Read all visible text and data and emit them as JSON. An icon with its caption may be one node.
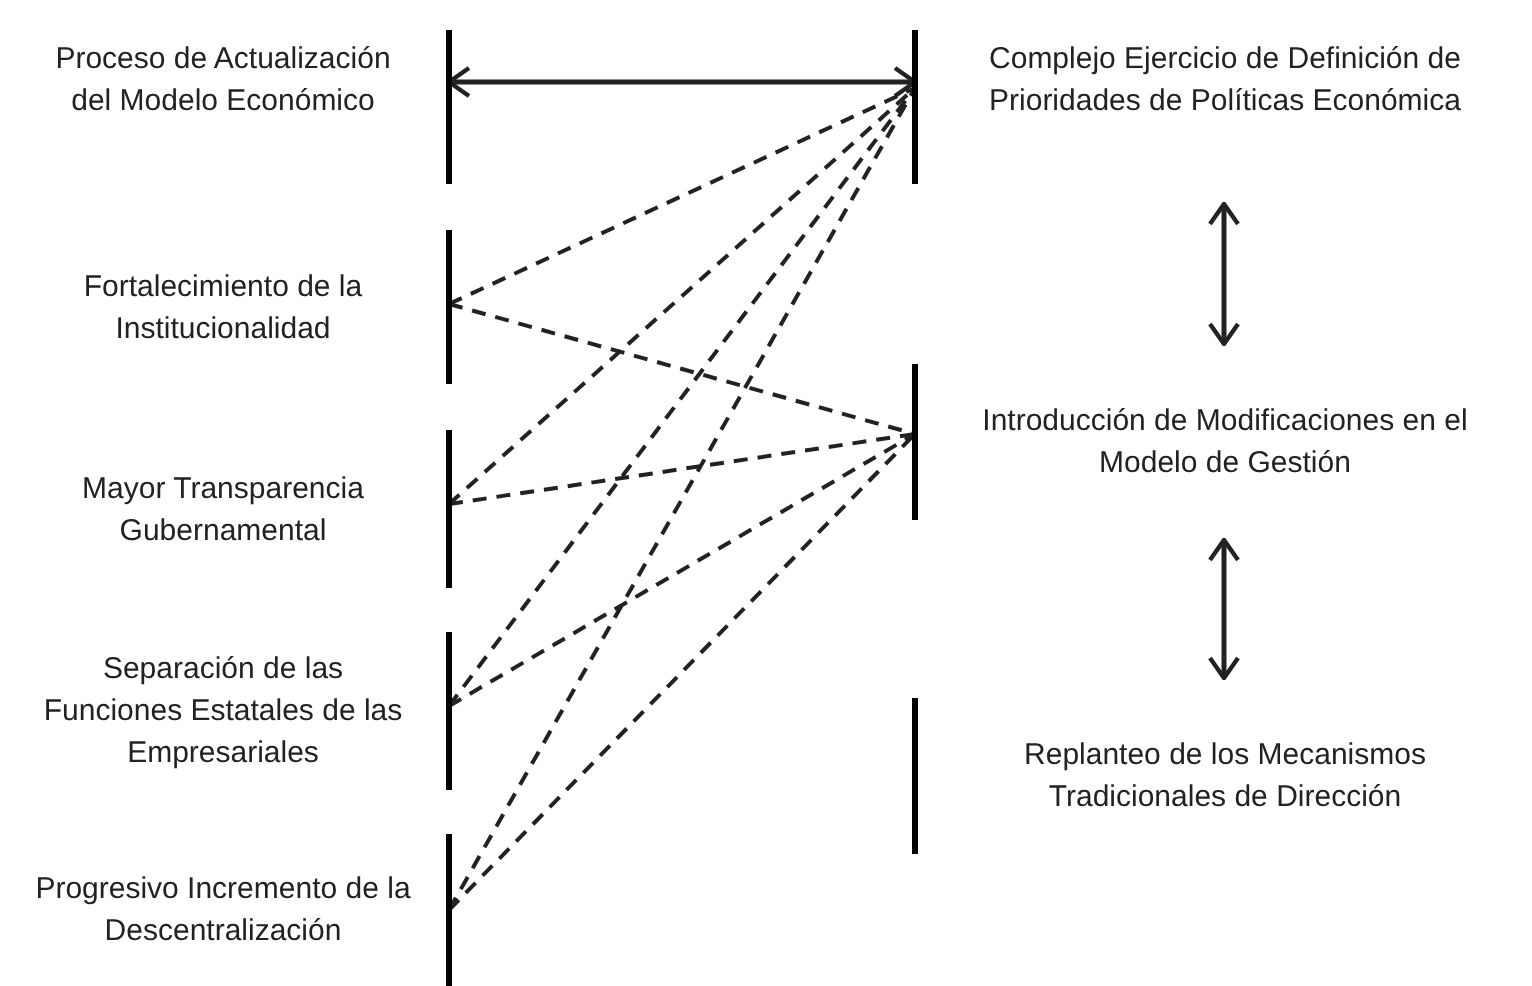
{
  "diagram": {
    "nodes": [
      {
        "text": [
          "Proceso de Actualización del Modelo Económico"
        ]
      },
      {
        "text": [
          "Fortalecimiento de la Institucionalidad"
        ]
      },
      {
        "text": [
          "Mayor Transparencia Gubernamental"
        ]
      },
      {
        "text": [
          "Separación de las Funciones Estatales de las Empresariales"
        ]
      },
      {
        "text": [
          "Progresivo Incremento de la Descentralización"
        ]
      },
      {
        "text": [
          "Complejo Ejercicio de Definición de Prioridades de Políticas Económica"
        ]
      },
      {
        "text": [
          "Introducción de Modificaciones en el Modelo de Gestión"
        ]
      },
      {
        "text": [
          "Replanteo de los Mecanismos Tradicionales de Dirección"
        ]
      }
    ],
    "edges": [
      {
        "from": 0,
        "to": 5,
        "arrow": "both"
      },
      {
        "from": 1,
        "to": 5,
        "arrow": "none",
        "style": "dashed"
      },
      {
        "from": 2,
        "to": 5,
        "arrow": "none",
        "style": "dashed"
      },
      {
        "from": 3,
        "to": 5,
        "arrow": "none",
        "style": "dashed"
      },
      {
        "from": 4,
        "to": 5,
        "arrow": "none",
        "style": "dashed"
      },
      {
        "from": 1,
        "to": 6,
        "arrow": "none",
        "style": "dashed"
      },
      {
        "from": 2,
        "to": 6,
        "arrow": "none",
        "style": "dashed"
      },
      {
        "from": 3,
        "to": 6,
        "arrow": "none",
        "style": "dashed"
      },
      {
        "from": 4,
        "to": 6,
        "arrow": "none",
        "style": "dashed"
      },
      {
        "from": 5,
        "to": 6,
        "arrow": "both"
      },
      {
        "from": 6,
        "to": 7,
        "arrow": "both"
      }
    ]
  }
}
